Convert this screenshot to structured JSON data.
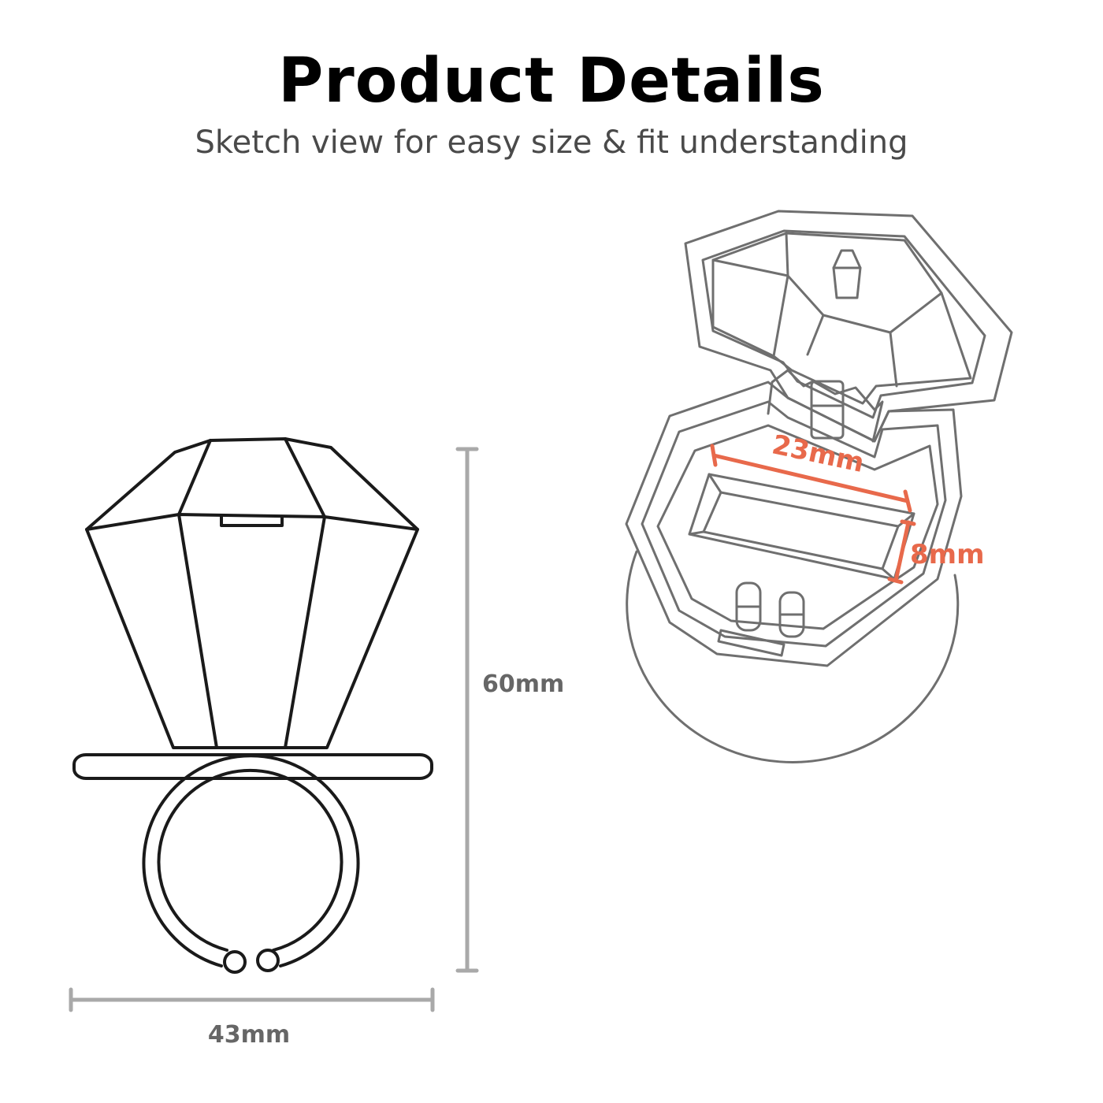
{
  "header": {
    "title": "Product Details",
    "subtitle": "Sketch view for easy size & fit understanding"
  },
  "dimensions": {
    "height": "60mm",
    "width": "43mm",
    "cavity_length": "23mm",
    "cavity_depth": "8mm"
  },
  "colors": {
    "ring_outline": "#1a1a1a",
    "case_outline": "#6f6f6f",
    "dimension_gray": "#a9a9a9",
    "dimension_label_gray": "#666666",
    "accent": "#e8694b"
  }
}
